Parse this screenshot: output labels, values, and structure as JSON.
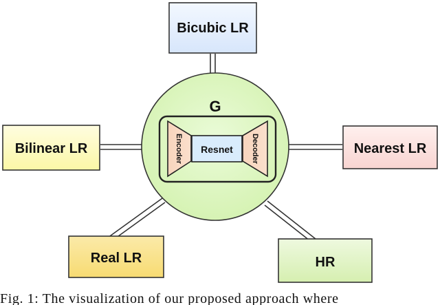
{
  "nodes": {
    "center": "G",
    "bicubic": "Bicubic LR",
    "bilinear": "Bilinear LR",
    "nearest": "Nearest LR",
    "real": "Real LR",
    "hr": "HR"
  },
  "inner": {
    "encoder": "Encoder",
    "resnet": "Resnet",
    "decoder": "Decoder"
  },
  "colors": {
    "bicubic_fill": "#d7e6fb",
    "bilinear_fill": "#fbf7a6",
    "nearest_fill": "#f8d4d1",
    "real_fill": "#f7db72",
    "hr_fill": "#d6efb0",
    "circle_fill": "#d4f2b0",
    "inner_fill": "#fadfcc",
    "resnet_fill": "#d9ecfc"
  },
  "caption": "Fig. 1: The visualization of our proposed approach where"
}
